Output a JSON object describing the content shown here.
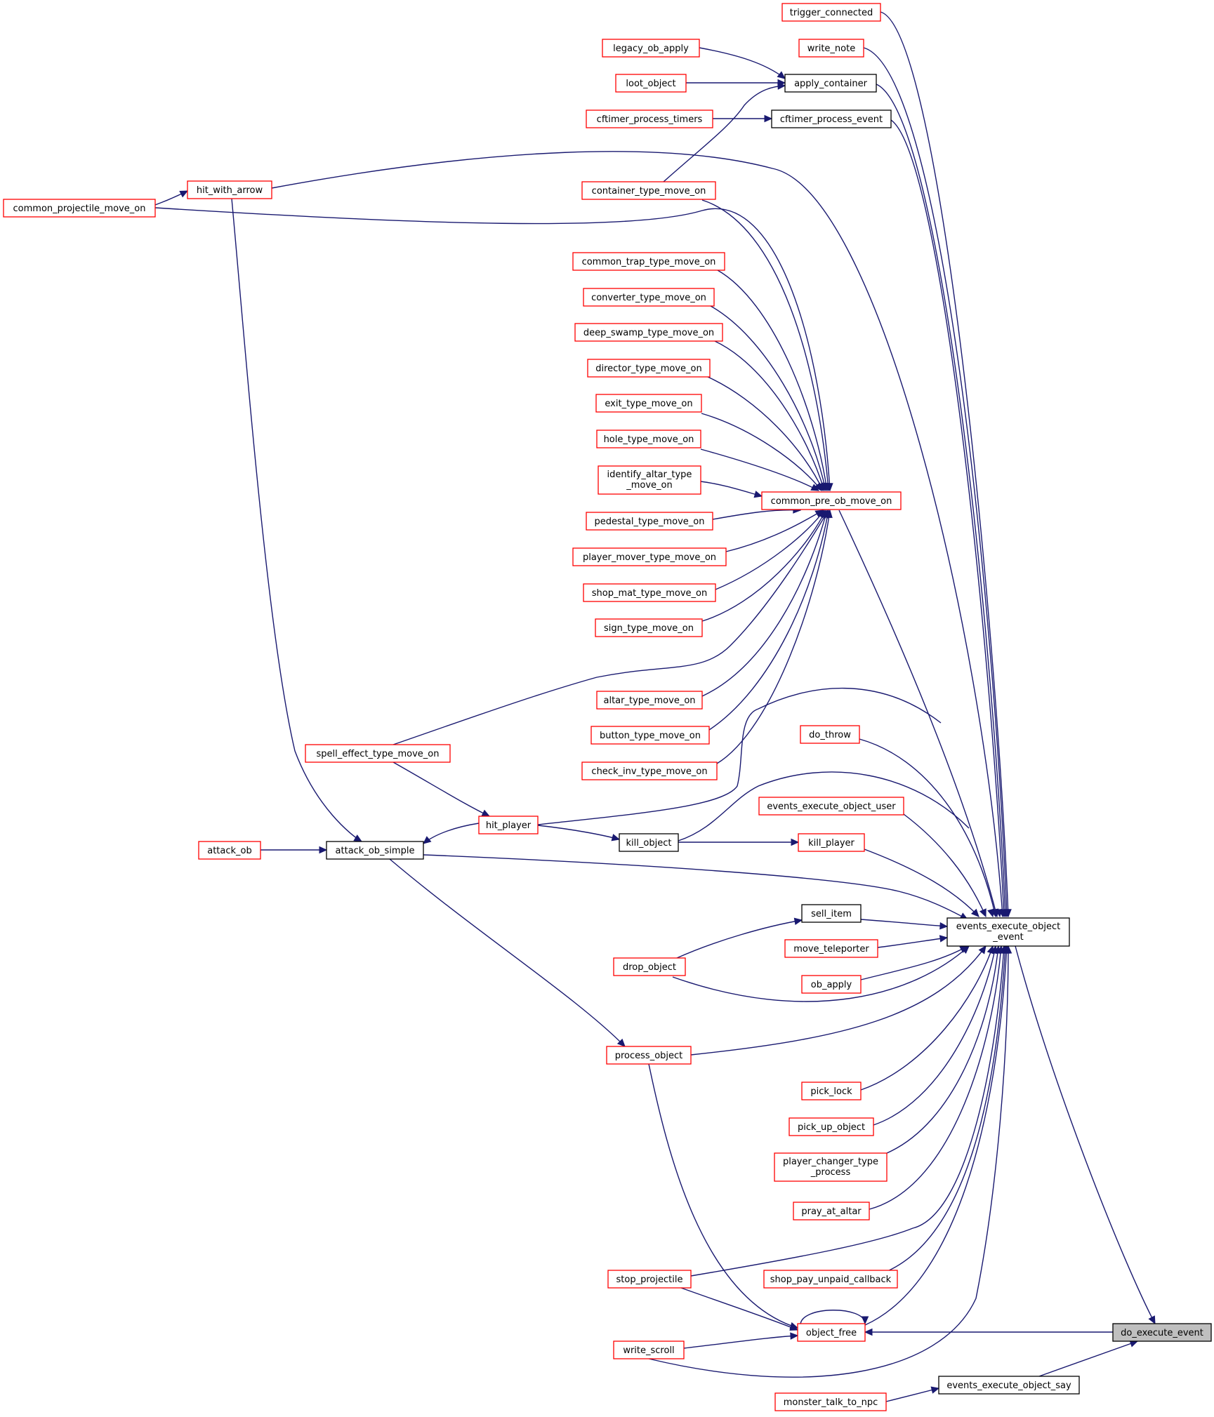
{
  "focus_function": "do_execute_event",
  "colors": {
    "edge": "#191970",
    "caller_border_red": "#ff0000",
    "caller_border_black": "#000000",
    "focus_fill": "#bfbfbf"
  },
  "nodes": {
    "trigger_connected": {
      "lines": [
        "trigger_connected"
      ],
      "style": "red"
    },
    "write_note": {
      "lines": [
        "write_note"
      ],
      "style": "red"
    },
    "legacy_ob_apply": {
      "lines": [
        "legacy_ob_apply"
      ],
      "style": "red"
    },
    "apply_container": {
      "lines": [
        "apply_container"
      ],
      "style": "black"
    },
    "loot_object": {
      "lines": [
        "loot_object"
      ],
      "style": "red"
    },
    "cftimer_process_timers": {
      "lines": [
        "cftimer_process_timers"
      ],
      "style": "red"
    },
    "cftimer_process_event": {
      "lines": [
        "cftimer_process_event"
      ],
      "style": "black"
    },
    "hit_with_arrow": {
      "lines": [
        "hit_with_arrow"
      ],
      "style": "red"
    },
    "common_projectile_move_on": {
      "lines": [
        "common_projectile_move_on"
      ],
      "style": "red"
    },
    "container_type_move_on": {
      "lines": [
        "container_type_move_on"
      ],
      "style": "red"
    },
    "common_trap_type_move_on": {
      "lines": [
        "common_trap_type_move_on"
      ],
      "style": "red"
    },
    "converter_type_move_on": {
      "lines": [
        "converter_type_move_on"
      ],
      "style": "red"
    },
    "deep_swamp_type_move_on": {
      "lines": [
        "deep_swamp_type_move_on"
      ],
      "style": "red"
    },
    "director_type_move_on": {
      "lines": [
        "director_type_move_on"
      ],
      "style": "red"
    },
    "exit_type_move_on": {
      "lines": [
        "exit_type_move_on"
      ],
      "style": "red"
    },
    "hole_type_move_on": {
      "lines": [
        "hole_type_move_on"
      ],
      "style": "red"
    },
    "identify_altar_type_move_on": {
      "lines": [
        "identify_altar_type",
        "_move_on"
      ],
      "style": "red"
    },
    "common_pre_ob_move_on": {
      "lines": [
        "common_pre_ob_move_on"
      ],
      "style": "red"
    },
    "pedestal_type_move_on": {
      "lines": [
        "pedestal_type_move_on"
      ],
      "style": "red"
    },
    "player_mover_type_move_on": {
      "lines": [
        "player_mover_type_move_on"
      ],
      "style": "red"
    },
    "shop_mat_type_move_on": {
      "lines": [
        "shop_mat_type_move_on"
      ],
      "style": "red"
    },
    "sign_type_move_on": {
      "lines": [
        "sign_type_move_on"
      ],
      "style": "red"
    },
    "altar_type_move_on": {
      "lines": [
        "altar_type_move_on"
      ],
      "style": "red"
    },
    "button_type_move_on": {
      "lines": [
        "button_type_move_on"
      ],
      "style": "red"
    },
    "do_throw": {
      "lines": [
        "do_throw"
      ],
      "style": "red"
    },
    "spell_effect_type_move_on": {
      "lines": [
        "spell_effect_type_move_on"
      ],
      "style": "red"
    },
    "check_inv_type_move_on": {
      "lines": [
        "check_inv_type_move_on"
      ],
      "style": "red"
    },
    "events_execute_object_user": {
      "lines": [
        "events_execute_object_user"
      ],
      "style": "red"
    },
    "hit_player": {
      "lines": [
        "hit_player"
      ],
      "style": "red"
    },
    "kill_object": {
      "lines": [
        "kill_object"
      ],
      "style": "black"
    },
    "kill_player": {
      "lines": [
        "kill_player"
      ],
      "style": "red"
    },
    "attack_ob": {
      "lines": [
        "attack_ob"
      ],
      "style": "red"
    },
    "attack_ob_simple": {
      "lines": [
        "attack_ob_simple"
      ],
      "style": "black"
    },
    "sell_item": {
      "lines": [
        "sell_item"
      ],
      "style": "black"
    },
    "events_execute_object_event": {
      "lines": [
        "events_execute_object",
        "_event"
      ],
      "style": "black"
    },
    "move_teleporter": {
      "lines": [
        "move_teleporter"
      ],
      "style": "red"
    },
    "drop_object": {
      "lines": [
        "drop_object"
      ],
      "style": "red"
    },
    "ob_apply": {
      "lines": [
        "ob_apply"
      ],
      "style": "red"
    },
    "process_object": {
      "lines": [
        "process_object"
      ],
      "style": "red"
    },
    "pick_lock": {
      "lines": [
        "pick_lock"
      ],
      "style": "red"
    },
    "pick_up_object": {
      "lines": [
        "pick_up_object"
      ],
      "style": "red"
    },
    "player_changer_type_process": {
      "lines": [
        "player_changer_type",
        "_process"
      ],
      "style": "red"
    },
    "pray_at_altar": {
      "lines": [
        "pray_at_altar"
      ],
      "style": "red"
    },
    "stop_projectile": {
      "lines": [
        "stop_projectile"
      ],
      "style": "red"
    },
    "shop_pay_unpaid_callback": {
      "lines": [
        "shop_pay_unpaid_callback"
      ],
      "style": "red"
    },
    "object_free": {
      "lines": [
        "object_free"
      ],
      "style": "red"
    },
    "do_execute_event": {
      "lines": [
        "do_execute_event"
      ],
      "style": "focus"
    },
    "write_scroll": {
      "lines": [
        "write_scroll"
      ],
      "style": "red"
    },
    "events_execute_object_say": {
      "lines": [
        "events_execute_object_say"
      ],
      "style": "black"
    },
    "monster_talk_to_npc": {
      "lines": [
        "monster_talk_to_npc"
      ],
      "style": "red"
    }
  },
  "edges": [
    [
      "trigger_connected",
      "events_execute_object_event"
    ],
    [
      "write_note",
      "events_execute_object_event"
    ],
    [
      "legacy_ob_apply",
      "apply_container"
    ],
    [
      "loot_object",
      "apply_container"
    ],
    [
      "container_type_move_on",
      "apply_container"
    ],
    [
      "apply_container",
      "events_execute_object_event"
    ],
    [
      "cftimer_process_timers",
      "cftimer_process_event"
    ],
    [
      "cftimer_process_event",
      "events_execute_object_event"
    ],
    [
      "common_projectile_move_on",
      "hit_with_arrow"
    ],
    [
      "hit_with_arrow",
      "events_execute_object_event"
    ],
    [
      "hit_with_arrow",
      "attack_ob_simple"
    ],
    [
      "common_projectile_move_on",
      "common_pre_ob_move_on"
    ],
    [
      "container_type_move_on",
      "common_pre_ob_move_on"
    ],
    [
      "common_trap_type_move_on",
      "common_pre_ob_move_on"
    ],
    [
      "converter_type_move_on",
      "common_pre_ob_move_on"
    ],
    [
      "deep_swamp_type_move_on",
      "common_pre_ob_move_on"
    ],
    [
      "director_type_move_on",
      "common_pre_ob_move_on"
    ],
    [
      "exit_type_move_on",
      "common_pre_ob_move_on"
    ],
    [
      "hole_type_move_on",
      "common_pre_ob_move_on"
    ],
    [
      "identify_altar_type_move_on",
      "common_pre_ob_move_on"
    ],
    [
      "pedestal_type_move_on",
      "common_pre_ob_move_on"
    ],
    [
      "player_mover_type_move_on",
      "common_pre_ob_move_on"
    ],
    [
      "shop_mat_type_move_on",
      "common_pre_ob_move_on"
    ],
    [
      "sign_type_move_on",
      "common_pre_ob_move_on"
    ],
    [
      "spell_effect_type_move_on",
      "common_pre_ob_move_on"
    ],
    [
      "altar_type_move_on",
      "common_pre_ob_move_on"
    ],
    [
      "button_type_move_on",
      "common_pre_ob_move_on"
    ],
    [
      "check_inv_type_move_on",
      "common_pre_ob_move_on"
    ],
    [
      "common_pre_ob_move_on",
      "events_execute_object_event"
    ],
    [
      "hit_player",
      "events_execute_object_event"
    ],
    [
      "do_throw",
      "events_execute_object_event"
    ],
    [
      "kill_object",
      "events_execute_object_event"
    ],
    [
      "events_execute_object_user",
      "events_execute_object_event"
    ],
    [
      "kill_player",
      "events_execute_object_event"
    ],
    [
      "attack_ob_simple",
      "events_execute_object_event"
    ],
    [
      "sell_item",
      "events_execute_object_event"
    ],
    [
      "move_teleporter",
      "events_execute_object_event"
    ],
    [
      "drop_object",
      "events_execute_object_event"
    ],
    [
      "ob_apply",
      "events_execute_object_event"
    ],
    [
      "process_object",
      "events_execute_object_event"
    ],
    [
      "pick_lock",
      "events_execute_object_event"
    ],
    [
      "pick_up_object",
      "events_execute_object_event"
    ],
    [
      "player_changer_type_process",
      "events_execute_object_event"
    ],
    [
      "pray_at_altar",
      "events_execute_object_event"
    ],
    [
      "stop_projectile",
      "events_execute_object_event"
    ],
    [
      "shop_pay_unpaid_callback",
      "events_execute_object_event"
    ],
    [
      "object_free",
      "events_execute_object_event"
    ],
    [
      "write_scroll",
      "events_execute_object_event"
    ],
    [
      "spell_effect_type_move_on",
      "hit_player"
    ],
    [
      "hit_player",
      "attack_ob_simple"
    ],
    [
      "hit_player",
      "kill_object"
    ],
    [
      "kill_object",
      "kill_player"
    ],
    [
      "attack_ob",
      "attack_ob_simple"
    ],
    [
      "drop_object",
      "sell_item"
    ],
    [
      "attack_ob_simple",
      "process_object"
    ],
    [
      "process_object",
      "object_free"
    ],
    [
      "stop_projectile",
      "object_free"
    ],
    [
      "write_scroll",
      "object_free"
    ],
    [
      "object_free",
      "object_free"
    ],
    [
      "events_execute_object_event",
      "do_execute_event"
    ],
    [
      "do_execute_event",
      "object_free"
    ],
    [
      "events_execute_object_say",
      "do_execute_event"
    ],
    [
      "monster_talk_to_npc",
      "events_execute_object_say"
    ]
  ]
}
